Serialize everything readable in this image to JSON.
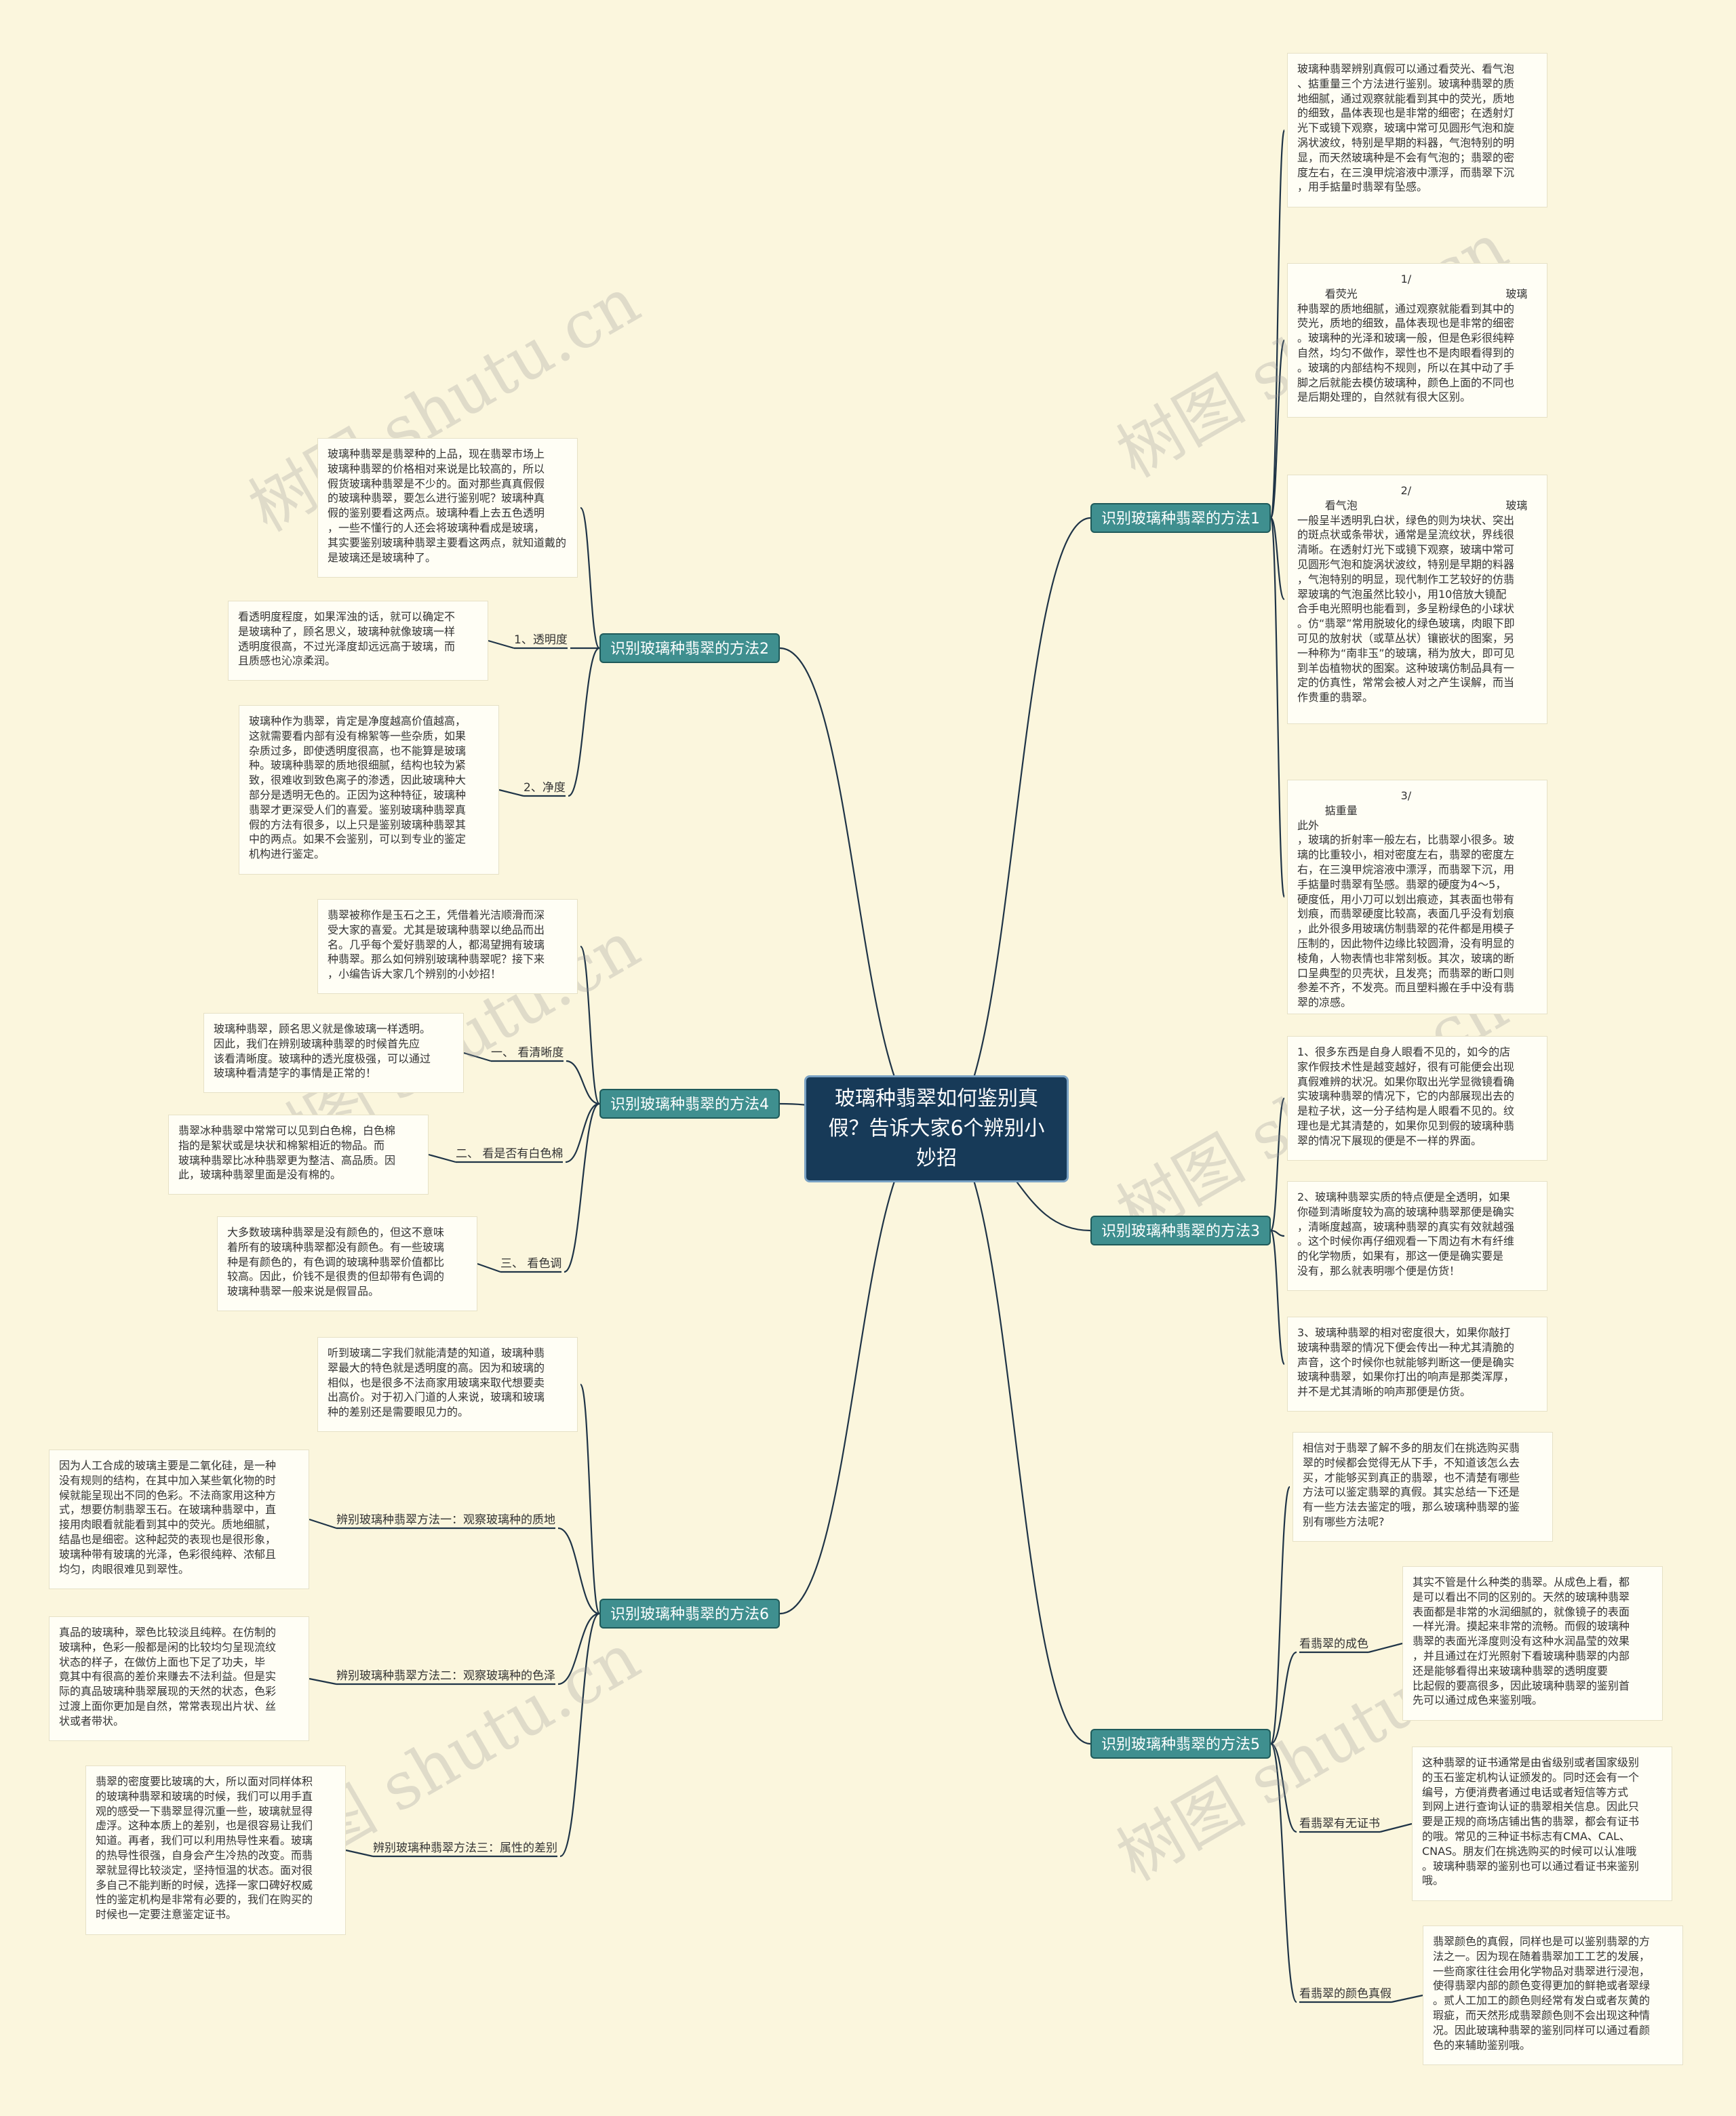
{
  "watermark": "树图 shutu.cn",
  "root": "玻璃种翡翠如何鉴别真假？告诉大家6个辨别小妙招",
  "branches": {
    "m1": "识别玻璃种翡翠的方法1",
    "m2": "识别玻璃种翡翠的方法2",
    "m3": "识别玻璃种翡翠的方法3",
    "m4": "识别玻璃种翡翠的方法4",
    "m5": "识别玻璃种翡翠的方法5",
    "m6": "识别玻璃种翡翠的方法6"
  },
  "subs": {
    "m2_1": "1、透明度",
    "m2_2": "2、净度",
    "m4_1": "一、 看清晰度",
    "m4_2": "二、 看是否有白色棉",
    "m4_3": "三、 看色调",
    "m5_1": "看翡翠的成色",
    "m5_2": "看翡翠有无证书",
    "m5_3": "看翡翠的颜色真假",
    "m6_1": "辨别玻璃种翡翠方法一：观察玻璃种的质地",
    "m6_2": "辨别玻璃种翡翠方法二：观察玻璃种的色泽",
    "m6_3": "辨别玻璃种翡翠方法三：属性的差别"
  },
  "leaves": {
    "m1_a": "玻璃种翡翠辨别真假可以通过看荧光、看气泡\n、掂重量三个方法进行鉴别。玻璃种翡翠的质\n地细腻，通过观察就能看到其中的荧光，质地\n的细致，晶体表现也是非常的细密；在透射灯\n光下或镜下观察，玻璃中常可见圆形气泡和旋\n涡状波纹，特别是早期的料器，气泡特别的明\n显，而天然玻璃种是不会有气泡的；翡翠的密\n度左右，在三溴甲烷溶液中漂浮，而翡翠下沉\n，用手掂量时翡翠有坠感。",
    "m1_b": "                              1/\n        看荧光                                           玻璃\n种翡翠的质地细腻，通过观察就能看到其中的\n荧光，质地的细致，晶体表现也是非常的细密\n。玻璃种的光泽和玻璃一般，但是色彩很纯粹\n自然，均匀不做作，翠性也不是肉眼看得到的\n。玻璃的内部结构不规则，所以在其中动了手\n脚之后就能去模仿玻璃种，颜色上面的不同也\n是后期处理的，自然就有很大区别。",
    "m1_c": "                              2/\n        看气泡                                           玻璃\n一般呈半透明乳白状，绿色的则为块状、突出\n的斑点状或条带状，通常是呈流纹状，界线很\n清晰。在透射灯光下或镜下观察，玻璃中常可\n见圆形气泡和旋涡状波纹，特别是早期的料器\n，气泡特别的明显，现代制作工艺较好的仿翡\n翠玻璃的气泡虽然比较小，用10倍放大镜配\n合手电光照明也能看到，多呈粉绿色的小球状\n。仿“翡翠”常用脱玻化的绿色玻璃，肉眼下即\n可见的放射状（或草丛状）镶嵌状的图案，另\n一种称为“南非玉”的玻璃，稍为放大，即可见\n到羊齿植物状的图案。这种玻璃仿制品具有一\n定的仿真性，常常会被人对之产生误解，而当\n作贵重的翡翠。",
    "m1_d": "                              3/\n        掂重量                                                  此外\n，玻璃的折射率一般左右，比翡翠小很多。玻\n璃的比重较小，相对密度左右，翡翠的密度左\n右，在三溴甲烷溶液中漂浮，而翡翠下沉，用\n手掂量时翡翠有坠感。翡翠的硬度为4～5，\n硬度低，用小刀可以划出痕迹，其表面也带有\n划痕，而翡翠硬度比较高，表面几乎没有划痕\n，此外很多用玻璃仿制翡翠的花件都是用模子\n压制的，因此物件边缘比较圆滑，没有明显的\n棱角，人物表情也非常刻板。其次，玻璃的断\n口呈典型的贝壳状，且发亮；而翡翠的断口则\n参差不齐，不发亮。而且塑料搬在手中没有翡\n翠的凉感。",
    "m2_a": "玻璃种翡翠是翡翠种的上品，现在翡翠市场上\n玻璃种翡翠的价格相对来说是比较高的，所以\n假货玻璃种翡翠是不少的。面对那些真真假假\n的玻璃种翡翠，要怎么进行鉴别呢？玻璃种真\n假的鉴别要看这两点。玻璃种看上去五色透明\n，一些不懂行的人还会将玻璃种看成是玻璃，\n其实要鉴别玻璃种翡翠主要看这两点，就知道戴的\n是玻璃还是玻璃种了。",
    "m2_1_t": "看透明度程度，如果浑浊的话，就可以确定不\n是玻璃种了，顾名思义，玻璃种就像玻璃一样\n透明度很高，不过光泽度却远远高于玻璃，而\n且质感也沁凉柔润。",
    "m2_2_t": "玻璃种作为翡翠，肯定是净度越高价值越高，\n这就需要看内部有没有棉絮等一些杂质，如果\n杂质过多，即使透明度很高，也不能算是玻璃\n种。玻璃种翡翠的质地很细腻，结构也较为紧\n致，很难收到致色离子的渗透，因此玻璃种大\n部分是透明无色的。正因为这种特征，玻璃种\n翡翠才更深受人们的喜爱。鉴别玻璃种翡翠真\n假的方法有很多，以上只是鉴别玻璃种翡翠其\n中的两点。如果不会鉴别，可以到专业的鉴定\n机构进行鉴定。",
    "m3_1_t": "1、很多东西是自身人眼看不见的，如今的店\n家作假技术性是越变越好，很有可能便会出现\n真假难辨的状况。如果你取出光学显微镜看确\n实玻璃种翡翠的情况下，它的内部展现出去的\n是粒子状，这一分子结构是人眼看不见的。纹\n理也是尤其清楚的，如果你见到假的玻璃种翡\n翠的情况下展现的便是不一样的界面。",
    "m3_2_t": "2、玻璃种翡翠实质的特点便是全透明，如果\n你碰到清晰度较为高的玻璃种翡翠那便是确实\n，清晰度越高，玻璃种翡翠的真实有效就越强\n。这个时候你再仔细观看一下周边有木有纤维\n的化学物质，如果有，那这一便是确实要是\n没有，那么就表明哪个便是仿货！",
    "m3_3_t": "3、玻璃种翡翠的相对密度很大，如果你敲打\n玻璃种翡翠的情况下便会传出一种尤其清脆的\n声音，这个时候你也就能够判断这一便是确实\n玻璃种翡翠，如果你打出的响声是那类浑厚，\n并不是尤其清晰的响声那便是仿货。",
    "m4_a": "翡翠被称作是玉石之王，凭借着光洁顺滑而深\n受大家的喜爱。尤其是玻璃种翡翠以绝品而出\n名。几乎每个爱好翡翠的人，都渴望拥有玻璃\n种翡翠。那么如何辨别玻璃种翡翠呢？接下来\n，小编告诉大家几个辨别的小妙招！",
    "m4_1_t": "玻璃种翡翠，顾名思义就是像玻璃一样透明。\n因此，我们在辨别玻璃种翡翠的时候首先应\n该看清晰度。玻璃种的透光度极强，可以通过\n玻璃种看清楚字的事情是正常的！",
    "m4_2_t": "翡翠冰种翡翠中常常可以见到白色棉，白色棉\n指的是絮状或是块状和棉絮相近的物品。而\n玻璃种翡翠比冰种翡翠更为整洁、高品质。因\n此，玻璃种翡翠里面是没有棉的。",
    "m4_3_t": "大多数玻璃种翡翠是没有颜色的，但这不意味\n着所有的玻璃种翡翠都没有颜色。有一些玻璃\n种是有颜色的，有色调的玻璃种翡翠价值都比\n较高。因此，价钱不是很贵的但却带有色调的\n玻璃种翡翠一般来说是假冒品。",
    "m5_a": "相信对于翡翠了解不多的朋友们在挑选购买翡\n翠的时候都会觉得无从下手，不知道该怎么去\n买，才能够买到真正的翡翠，也不清楚有哪些\n方法可以鉴定翡翠的真假。其实总结一下还是\n有一些方法去鉴定的哦，那么玻璃种翡翠的鉴\n别有哪些方法呢?",
    "m5_1_t": "其实不管是什么种类的翡翠。从成色上看，都\n是可以看出不同的区别的。天然的玻璃种翡翠\n表面都是非常的水润细腻的，就像镜子的表面\n一样光滑。摸起来非常的流畅。而假的玻璃种\n翡翠的表面光泽度则没有这种水润晶莹的效果\n，并且通过在灯光照射下看玻璃种翡翠的内部\n还是能够看得出来玻璃种翡翠的透明度要\n比起假的要高很多，因此玻璃种翡翠的鉴别首\n先可以通过成色来鉴别哦。",
    "m5_2_t": "这种翡翠的证书通常是由省级别或者国家级别\n的玉石鉴定机构认证颁发的。同时还会有一个\n编号，方便消费者通过电话或者短信等方式\n到网上进行查询认证的翡翠相关信息。因此只\n要是正规的商场店铺出售的翡翠，都会有证书\n的哦。常见的三种证书标志有CMA、CAL、\nCNAS。朋友们在挑选购买的时候可以认准哦\n。玻璃种翡翠的鉴别也可以通过看证书来鉴别\n哦。",
    "m5_3_t": "翡翠颜色的真假，同样也是可以鉴别翡翠的方\n法之一。因为现在随着翡翠加工工艺的发展，\n一些商家往往会用化学物品对翡翠进行浸泡，\n使得翡翠内部的颜色变得更加的鲜艳或者翠绿\n。贰人工加工的颜色则经常有发白或者灰黄的\n瑕疵，而天然形成翡翠颜色则不会出现这种情\n况。因此玻璃种翡翠的鉴别同样可以通过看颜\n色的来辅助鉴别哦。",
    "m6_a": "听到玻璃二字我们就能清楚的知道，玻璃种翡\n翠最大的特色就是透明度的高。因为和玻璃的\n相似，也是很多不法商家用玻璃来取代想要卖\n出高价。对于初入门道的人来说，玻璃和玻璃\n种的差别还是需要眼见力的。",
    "m6_1_t": "因为人工合成的玻璃主要是二氧化硅，是一种\n没有规则的结构，在其中加入某些氧化物的时\n候就能呈现出不同的色彩。不法商家用这种方\n式，想要仿制翡翠玉石。在玻璃种翡翠中，直\n接用肉眼看就能看到其中的荧光。质地细腻，\n结晶也是细密。这种起荧的表现也是很形象，\n玻璃种带有玻璃的光泽，色彩很纯粹、浓郁且\n均匀，肉眼很难见到翠性。",
    "m6_2_t": "真品的玻璃种，翠色比较淡且纯粹。在仿制的\n玻璃种，色彩一般都是闲的比较均匀呈现流纹\n状态的样子，在做仿上面也下足了功夫，毕\n竟其中有很高的差价来赚去不法利益。但是实\n际的真品玻璃种翡翠展现的天然的状态，色彩\n过渡上面你更加是自然，常常表现出片状、丝\n状或者带状。",
    "m6_3_t": "翡翠的密度要比玻璃的大，所以面对同样体积\n的玻璃种翡翠和玻璃的时候，我们可以用手直\n观的感受一下翡翠显得沉重一些，玻璃就显得\n虚浮。这种本质上的差别，也是很容易让我们\n知道。再者，我们可以利用热导性来看。玻璃\n的热导性很强，自身会产生冷热的改变。而翡\n翠就显得比较淡定，坚持恒温的状态。面对很\n多自己不能判断的时候，选择一家口碑好权威\n性的鉴定机构是非常有必要的，我们在购买的\n时候也一定要注意鉴定证书。"
  }
}
